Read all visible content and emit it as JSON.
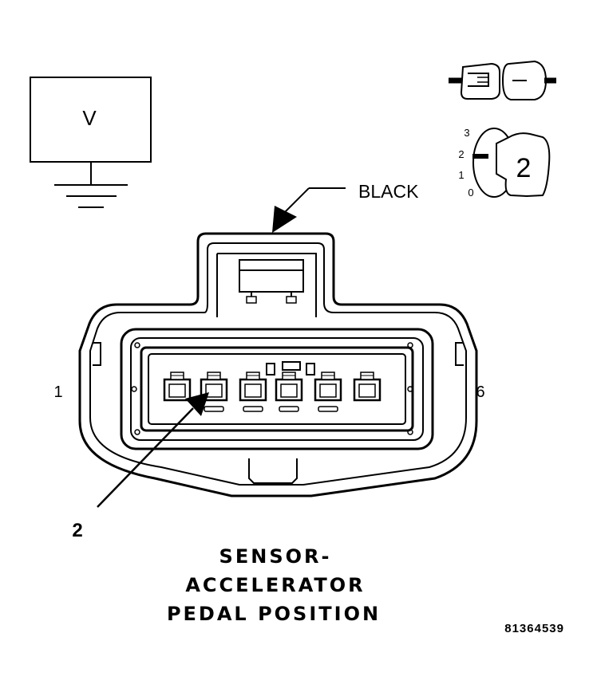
{
  "meter": {
    "label": "V"
  },
  "wire_color": {
    "label": "BLACK"
  },
  "pin_numbers": {
    "first": "1",
    "last": "6"
  },
  "callout": {
    "number": "2"
  },
  "title": {
    "line1": "SENSOR-",
    "line2": "ACCELERATOR",
    "line3": "PEDAL POSITION"
  },
  "figure_id": "81364539",
  "probe_legend": {
    "scale": [
      "3",
      "2",
      "1",
      "0"
    ],
    "size_label": "2"
  },
  "colors": {
    "ink": "#000000",
    "paper": "#ffffff"
  }
}
